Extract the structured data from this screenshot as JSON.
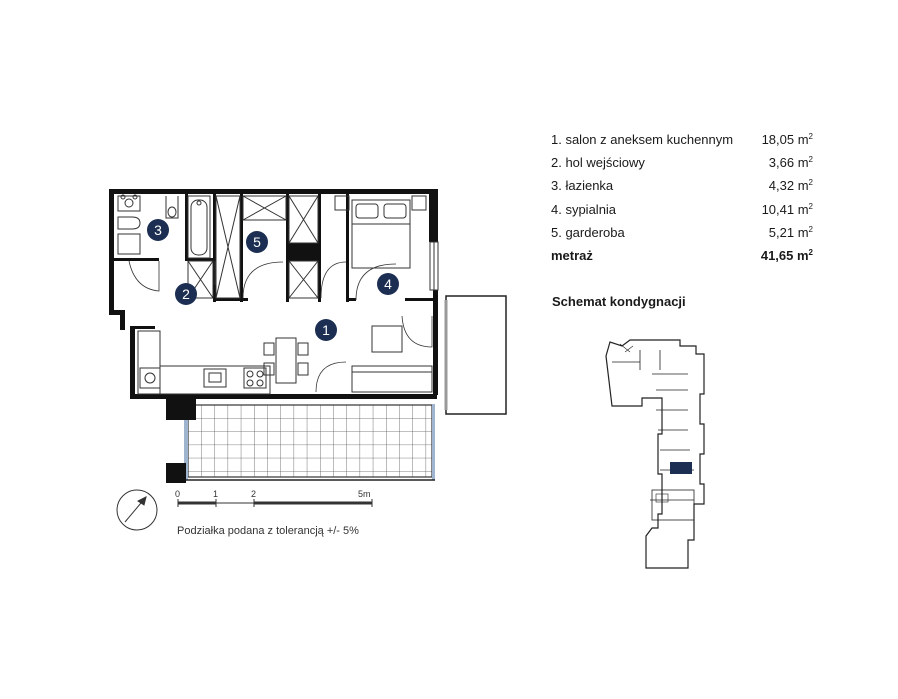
{
  "rooms": [
    {
      "label": "1. salon z aneksem kuchennym",
      "area": "18,05 m",
      "unit_sup": "2"
    },
    {
      "label": "2. hol wejściowy",
      "area": "3,66 m",
      "unit_sup": "2"
    },
    {
      "label": "3. łazienka",
      "area": "4,32 m",
      "unit_sup": "2"
    },
    {
      "label": "4. sypialnia",
      "area": "10,41 m",
      "unit_sup": "2"
    },
    {
      "label": "5. garderoba",
      "area": "5,21 m",
      "unit_sup": "2"
    }
  ],
  "total": {
    "label": "metraż",
    "area": "41,65 m",
    "unit_sup": "2"
  },
  "schema_title": "Schemat kondygnacji",
  "scale": {
    "ticks": [
      "0",
      "1",
      "2",
      "5m"
    ],
    "note": "Podziałka podana z tolerancją +/- 5%"
  },
  "room_badges": [
    "1",
    "2",
    "3",
    "4",
    "5"
  ],
  "colors": {
    "badge": "#1c2f52",
    "walls": "#111111",
    "highlight": "#1c2f52",
    "grid": "#555555"
  }
}
